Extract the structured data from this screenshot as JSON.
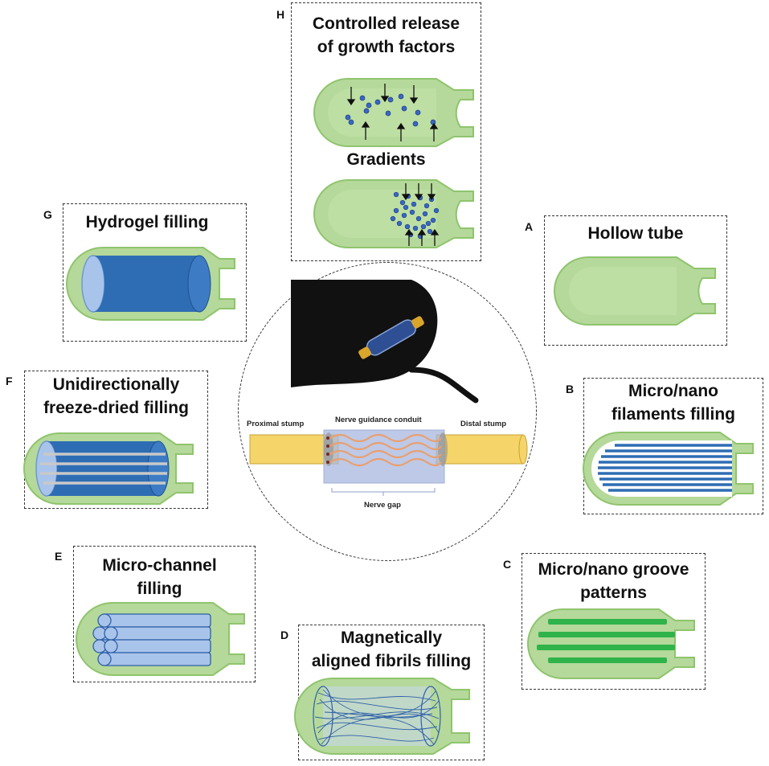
{
  "panels": {
    "H": {
      "letter": "H",
      "title_line1": "Controlled release",
      "title_line2": "of growth factors",
      "subtitle": "Gradients"
    },
    "G": {
      "letter": "G",
      "title": "Hydrogel filling"
    },
    "A": {
      "letter": "A",
      "title": "Hollow tube"
    },
    "F": {
      "letter": "F",
      "title_line1": "Unidirectionally",
      "title_line2": "freeze-dried filling"
    },
    "B": {
      "letter": "B",
      "title_line1": "Micro/nano",
      "title_line2": "filaments filling"
    },
    "E": {
      "letter": "E",
      "title_line1": "Micro-channel",
      "title_line2": "filling"
    },
    "C": {
      "letter": "C",
      "title_line1": "Micro/nano groove",
      "title_line2": "patterns"
    },
    "D": {
      "letter": "D",
      "title_line1": "Magnetically",
      "title_line2": "aligned fibrils filling"
    }
  },
  "center": {
    "proximal": "Proximal stump",
    "conduit": "Nerve guidance conduit",
    "distal": "Distal stump",
    "gap": "Nerve gap"
  },
  "colors": {
    "tube_green": "#b5d99a",
    "tube_green_edge": "#8fc46d",
    "hydrogel_blue": "#2e6db4",
    "light_blue": "#a9c4ea",
    "groove_green": "#2fb34a",
    "dot_blue": "#3a66c4",
    "nerve_yellow": "#f5d46a"
  }
}
